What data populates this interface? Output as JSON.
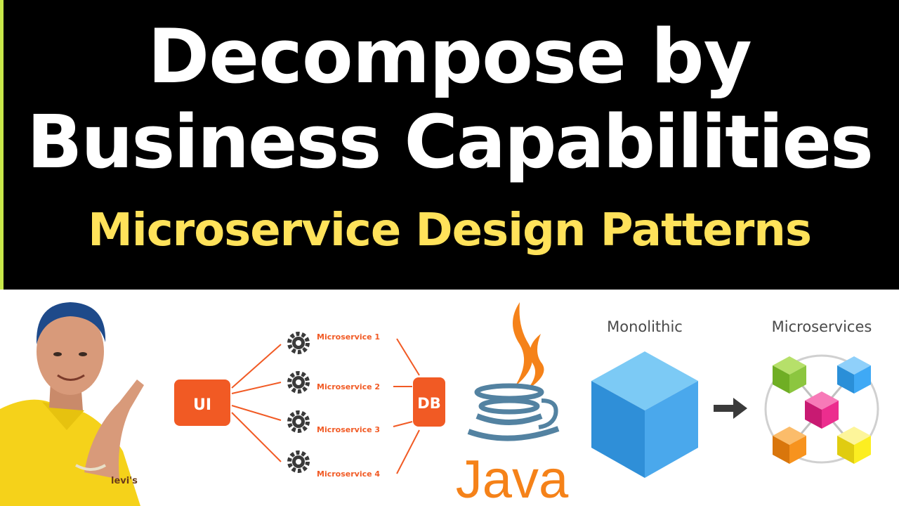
{
  "title": {
    "line1": "Decompose by",
    "line2": "Business Capabilities"
  },
  "subtitle": "Microservice Design Patterns",
  "diagram": {
    "ui_label": "UI",
    "db_label": "DB",
    "services": [
      "Microservice 1",
      "Microservice 2",
      "Microservice 3",
      "Microservice 4"
    ],
    "accent_color": "#f15a24",
    "gear_icon": "gear-icon"
  },
  "java": {
    "wordmark": "Java",
    "icon": "java-coffee-cup-icon",
    "colors": {
      "flame": "#f58219",
      "cup": "#5382a1"
    }
  },
  "comparison": {
    "left_label": "Monolithic",
    "right_label": "Microservices",
    "arrow_icon": "arrow-right-icon",
    "cube_colors": [
      "#8cc63f",
      "#3fa9f5",
      "#ec2d8e",
      "#f7931e",
      "#fcee21"
    ]
  },
  "presenter": {
    "shirt_brand": "levi's",
    "shirt_color": "#f5d21a"
  },
  "colors": {
    "header_bg": "#000000",
    "title_text": "#ffffff",
    "subtitle_text": "#ffe25a"
  }
}
